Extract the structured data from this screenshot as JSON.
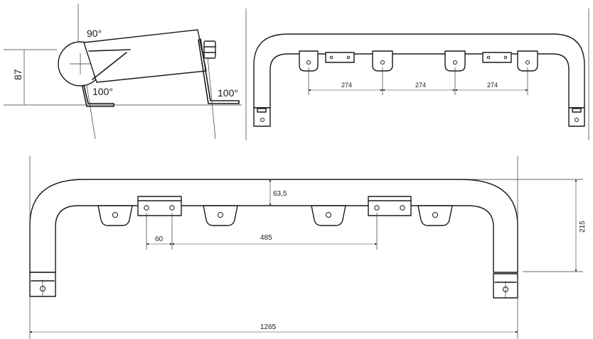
{
  "colors": {
    "line": "#1a1a1a",
    "background": "#ffffff"
  },
  "side_view": {
    "angle_top": "90°",
    "angle_left": "100°",
    "angle_right": "100°",
    "height": "87"
  },
  "top_view": {
    "spacing_1": "274",
    "spacing_2": "274",
    "spacing_3": "274"
  },
  "front_view": {
    "height_offset": "63,5",
    "bracket_hole_spacing": "60",
    "bracket_span": "485",
    "total_height": "215",
    "total_width": "1265"
  }
}
